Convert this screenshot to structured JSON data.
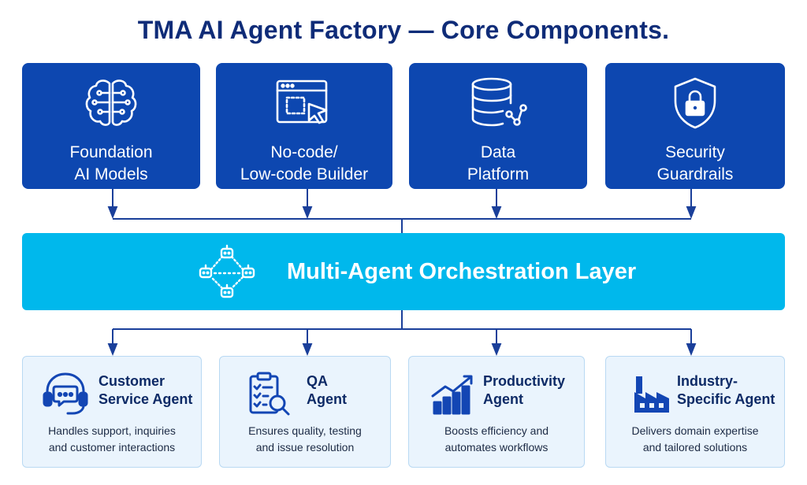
{
  "title": "TMA AI Agent Factory — Core Components.",
  "colors": {
    "title": "#0f2c78",
    "top_card": "#0d47b0",
    "orchestration": "#00b8ec",
    "bottom_card": "#eaf4fd",
    "bottom_accent": "#1346b4",
    "connector": "#1a3f9a"
  },
  "top_components": [
    {
      "icon": "brain-circuit-icon",
      "label": "Foundation\nAI Models"
    },
    {
      "icon": "builder-window-cursor-icon",
      "label": "No-code/\nLow-code Builder"
    },
    {
      "icon": "database-nodes-icon",
      "label": "Data\nPlatform"
    },
    {
      "icon": "shield-lock-icon",
      "label": "Security\nGuardrails"
    }
  ],
  "orchestration": {
    "icon": "agent-network-icon",
    "label": "Multi-Agent Orchestration Layer"
  },
  "agents": [
    {
      "icon": "headset-chat-icon",
      "title": "Customer\nService Agent",
      "description": "Handles support, inquiries\nand customer interactions"
    },
    {
      "icon": "checklist-magnifier-icon",
      "title": "QA\nAgent",
      "description": "Ensures quality, testing\nand issue resolution"
    },
    {
      "icon": "growth-chart-icon",
      "title": "Productivity\nAgent",
      "description": "Boosts efficiency and\nautomates workflows"
    },
    {
      "icon": "factory-icon",
      "title": "Industry-\nSpecific Agent",
      "description": "Delivers domain expertise\nand tailored solutions"
    }
  ]
}
